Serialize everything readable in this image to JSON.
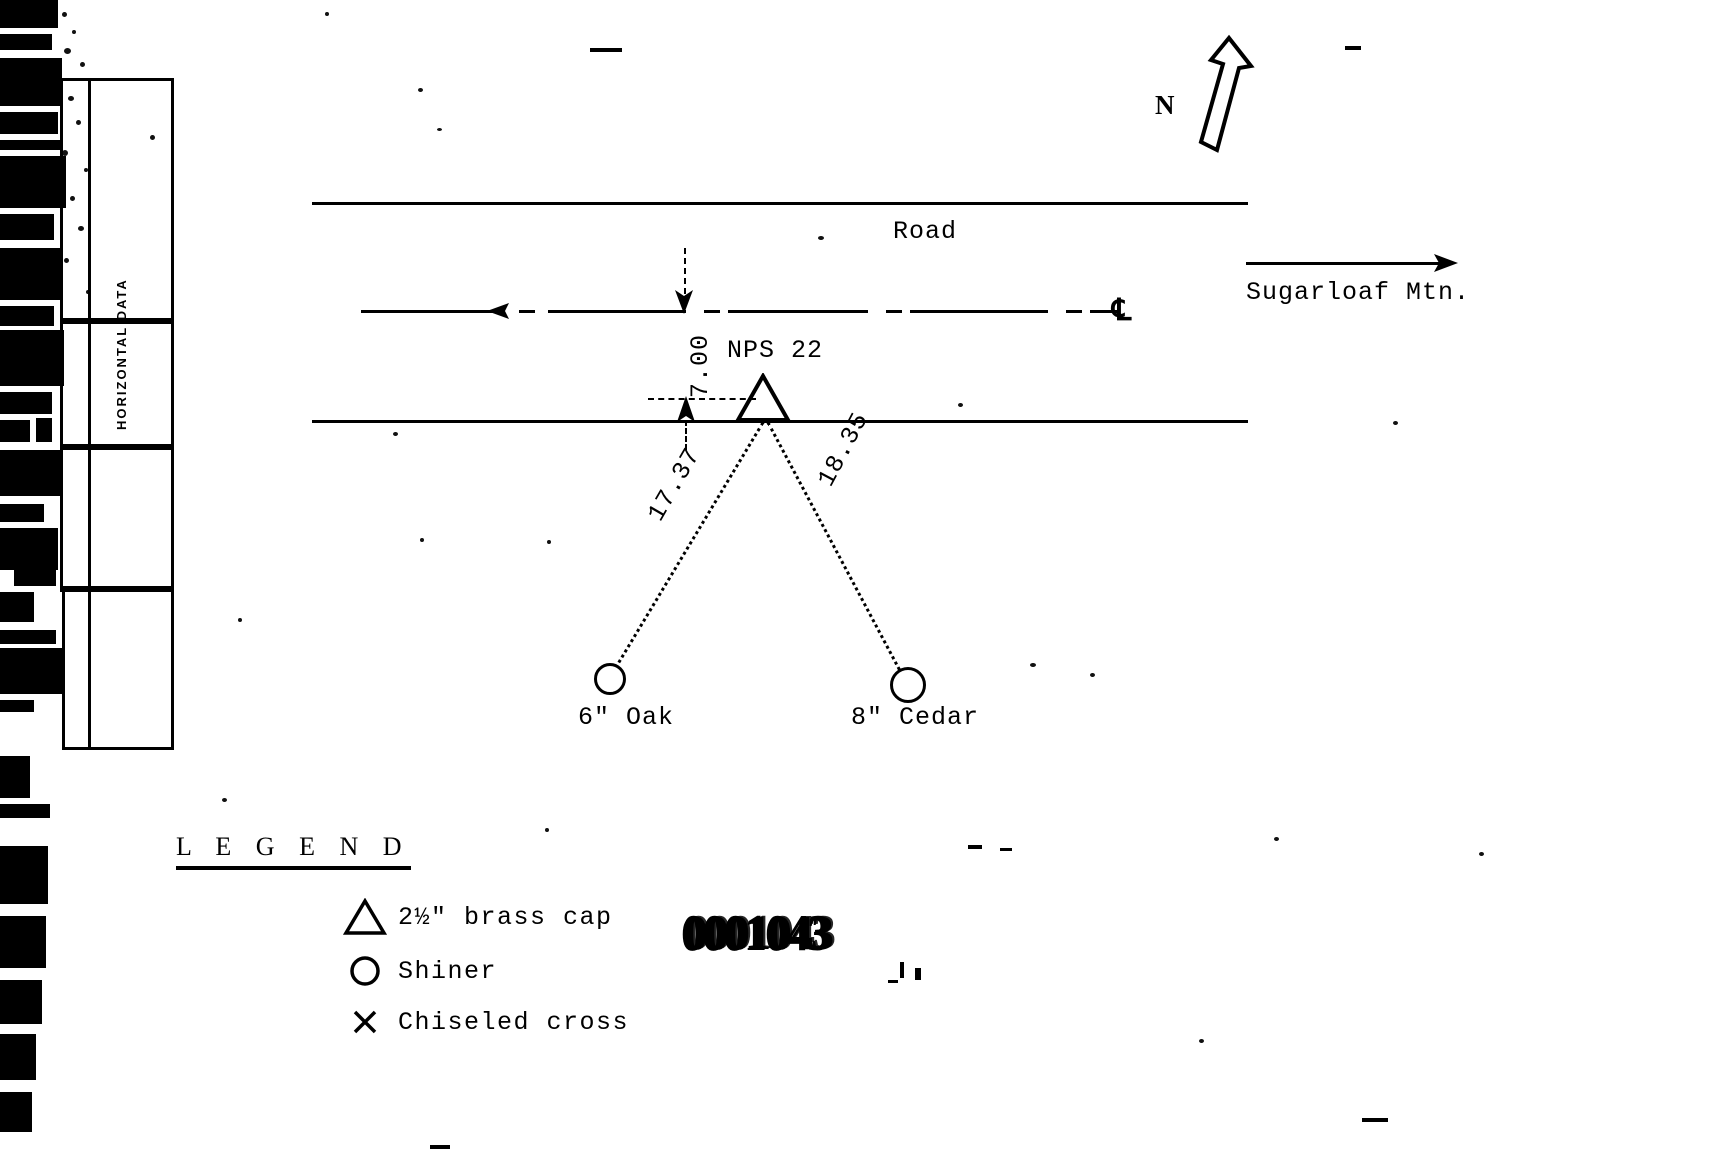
{
  "document": {
    "type": "survey-monument-sketch",
    "stamp_number": "0001043"
  },
  "form_fragment": {
    "vertical_label": "HORIZONTAL DATA"
  },
  "north_arrow": {
    "label": "N",
    "icon": "north-arrow-icon"
  },
  "map": {
    "road_label": "Road",
    "centerline_symbol": "℄",
    "direction_label": "Sugarloaf Mtn.",
    "monument": {
      "label": "NPS 22",
      "symbol": "triangle"
    },
    "offset_dimension": {
      "value": "7.00"
    },
    "ties": [
      {
        "distance": "17.37",
        "target_label": "6\" Oak",
        "symbol": "shiner"
      },
      {
        "distance": "18.35",
        "target_label": "8\" Cedar",
        "symbol": "shiner"
      }
    ]
  },
  "legend": {
    "title": "L E G E N D",
    "items": [
      {
        "symbol": "triangle",
        "label": "2½\" brass cap"
      },
      {
        "symbol": "circle",
        "label": "Shiner"
      },
      {
        "symbol": "cross",
        "label": "Chiseled cross"
      }
    ]
  },
  "colors": {
    "ink": "#000000",
    "paper": "#ffffff"
  }
}
